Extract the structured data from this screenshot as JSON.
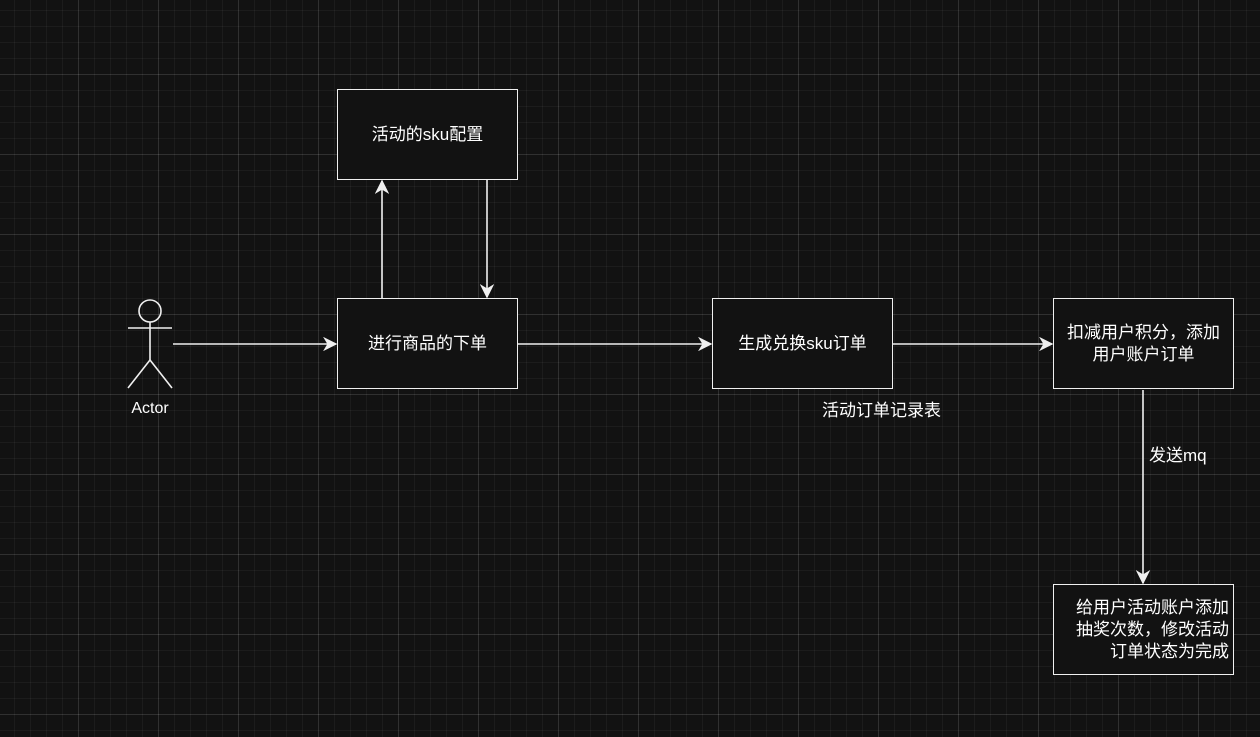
{
  "actor": {
    "label": "Actor"
  },
  "nodes": {
    "sku_config": "活动的sku配置",
    "place_order": "进行商品的下单",
    "gen_order": "生成兑换sku订单",
    "deduct": "扣减用户积分，添加用户账户订单",
    "add_count": "给用户活动账户添加抽奖次数，修改活动订单状态为完成"
  },
  "labels": {
    "order_table": "活动订单记录表",
    "send_mq": "发送mq"
  },
  "colors": {
    "background": "#121212",
    "stroke": "#f0f0f0",
    "text": "#ffffff"
  }
}
